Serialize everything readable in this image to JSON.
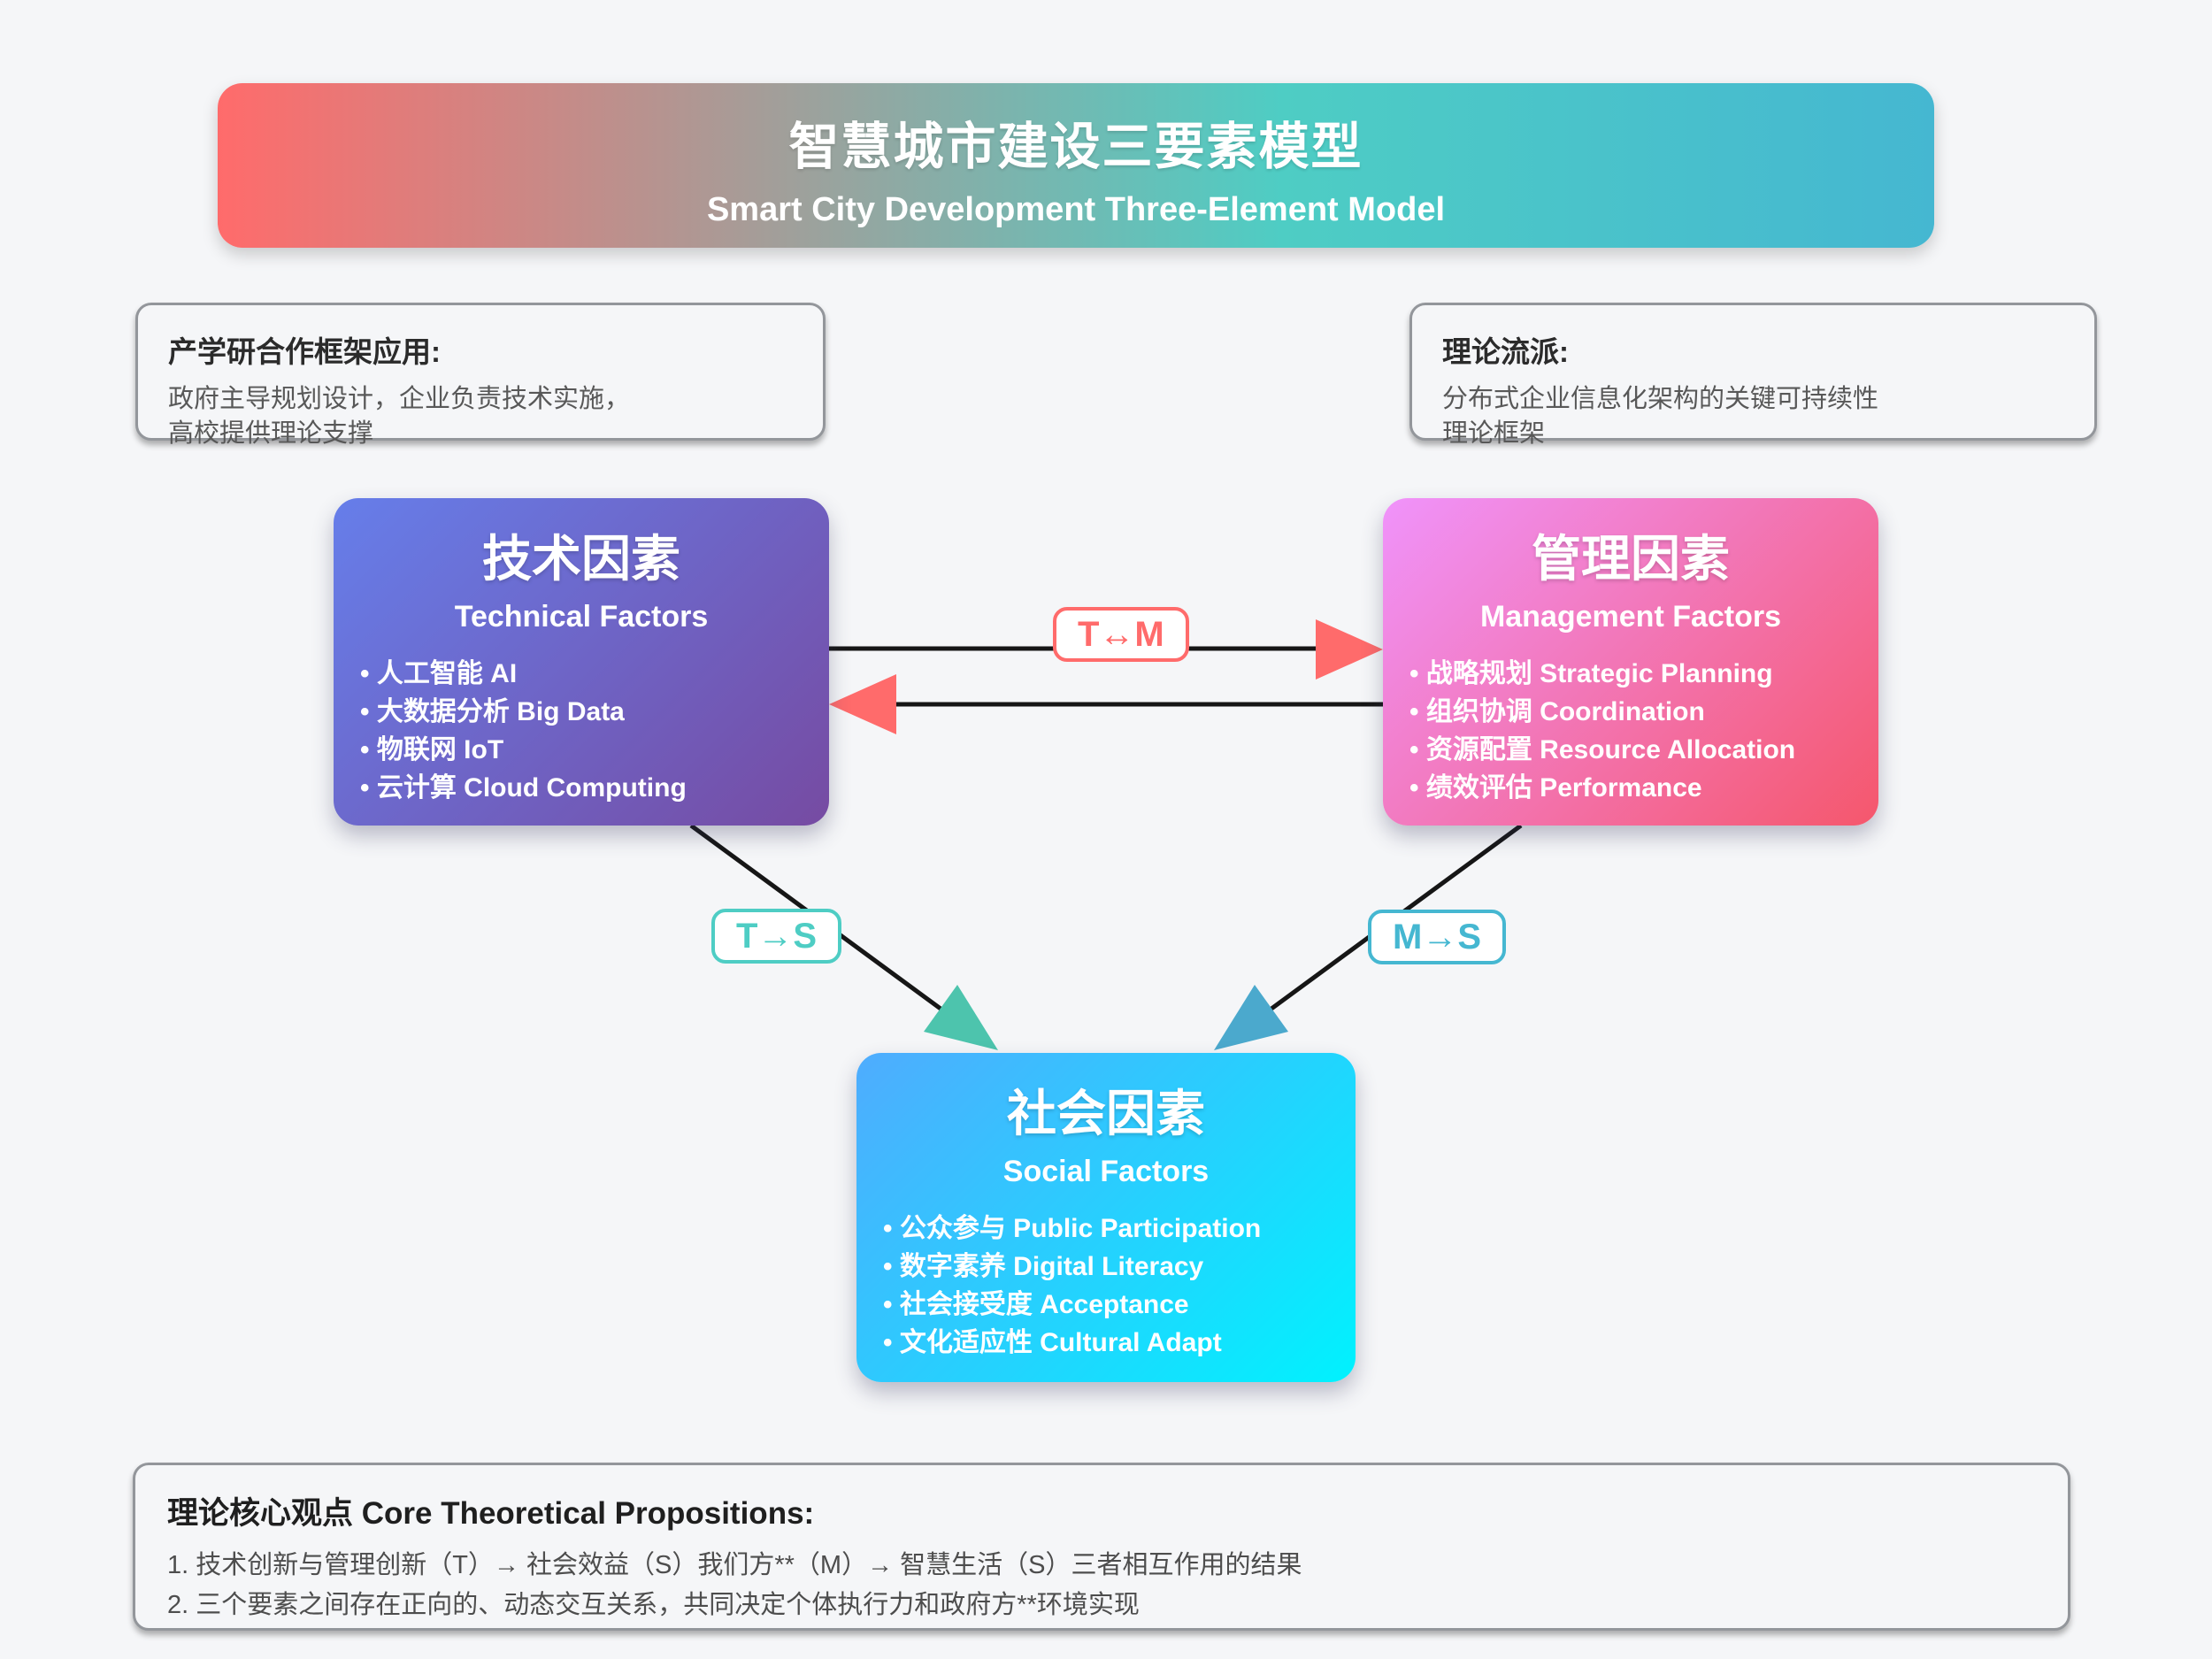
{
  "page": {
    "background": "#f5f6f8"
  },
  "header": {
    "title": "智慧城市建设三要素模型",
    "subtitle": "Smart City Development Three-Element Model",
    "gradient": [
      "#ff6b6b",
      "#4ecdc4",
      "#45b7d1"
    ]
  },
  "info_left": {
    "title": "产学研合作框架应用:",
    "lines": [
      "政府主导规划设计，企业负责技术实施，",
      "高校提供理论支撑"
    ]
  },
  "info_right": {
    "title": "理论流派:",
    "lines": [
      "分布式企业信息化架构的关键可持续性",
      "理论框架"
    ]
  },
  "nodes": {
    "technical": {
      "title": "技术因素",
      "subtitle": "Technical Factors",
      "items": [
        "人工智能 AI",
        "大数据分析 Big Data",
        "物联网 IoT",
        "云计算 Cloud Computing"
      ],
      "gradient": [
        "#667eea",
        "#764ba2"
      ]
    },
    "management": {
      "title": "管理因素",
      "subtitle": "Management Factors",
      "items": [
        "战略规划 Strategic Planning",
        "组织协调 Coordination",
        "资源配置 Resource Allocation",
        "绩效评估 Performance"
      ],
      "gradient": [
        "#f093fb",
        "#f5576c"
      ]
    },
    "social": {
      "title": "社会因素",
      "subtitle": "Social Factors",
      "items": [
        "公众参与 Public Participation",
        "数字素养 Digital Literacy",
        "社会接受度 Acceptance",
        "文化适应性 Cultural Adapt"
      ],
      "gradient": [
        "#4facfe",
        "#00f2fe"
      ]
    }
  },
  "edges": {
    "tm": {
      "label": "T↔M",
      "color": "#ff6b6b"
    },
    "ts": {
      "label": "T→S",
      "color": "#4ecdc4",
      "arrow_color": "#4dc4ad"
    },
    "ms": {
      "label": "M→S",
      "color": "#45b7d1",
      "arrow_color": "#4ba9cd"
    }
  },
  "propositions": {
    "title": "理论核心观点 Core Theoretical Propositions:",
    "items": [
      "1. 技术创新与管理创新（T）→ 社会效益（S）我们方**（M）→ 智慧生活（S）三者相互作用的结果",
      "2. 三个要素之间存在正向的、动态交互关系，共同决定个体执行力和政府方**环境实现"
    ]
  }
}
